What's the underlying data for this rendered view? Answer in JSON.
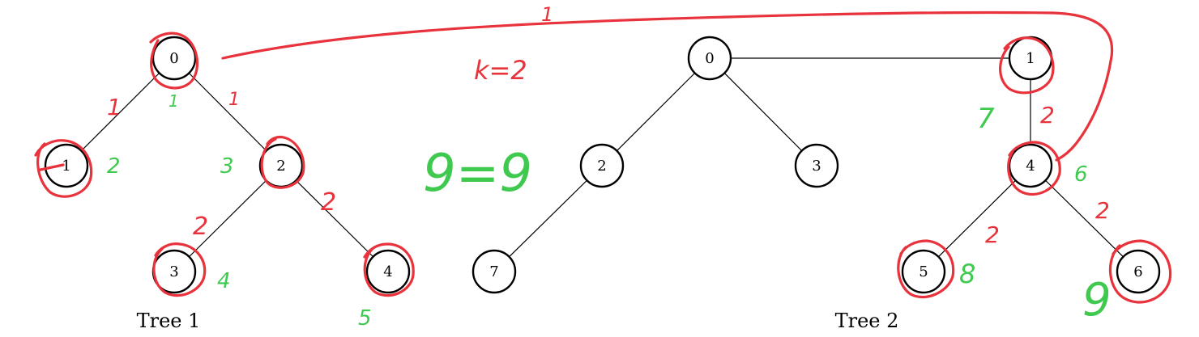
{
  "trees": [
    {
      "caption": "Tree 1",
      "nodes": [
        {
          "id": "t1n0",
          "label": "0"
        },
        {
          "id": "t1n1",
          "label": "1"
        },
        {
          "id": "t1n2",
          "label": "2"
        },
        {
          "id": "t1n3",
          "label": "3"
        },
        {
          "id": "t1n4",
          "label": "4"
        }
      ],
      "edges": [
        [
          "t1n0",
          "t1n1"
        ],
        [
          "t1n0",
          "t1n2"
        ],
        [
          "t1n2",
          "t1n3"
        ],
        [
          "t1n2",
          "t1n4"
        ]
      ]
    },
    {
      "caption": "Tree 2",
      "nodes": [
        {
          "id": "t2n0",
          "label": "0"
        },
        {
          "id": "t2n1",
          "label": "1"
        },
        {
          "id": "t2n2",
          "label": "2"
        },
        {
          "id": "t2n3",
          "label": "3"
        },
        {
          "id": "t2n4",
          "label": "4"
        },
        {
          "id": "t2n5",
          "label": "5"
        },
        {
          "id": "t2n6",
          "label": "6"
        },
        {
          "id": "t2n7",
          "label": "7"
        }
      ],
      "edges": [
        [
          "t2n0",
          "t2n1"
        ],
        [
          "t2n0",
          "t2n2"
        ],
        [
          "t2n0",
          "t2n3"
        ],
        [
          "t2n2",
          "t2n7"
        ],
        [
          "t2n1",
          "t2n4"
        ],
        [
          "t2n4",
          "t2n5"
        ],
        [
          "t2n4",
          "t2n6"
        ]
      ]
    }
  ],
  "annotations": {
    "colors": {
      "red": "#e8323c",
      "green": "#3fc94f"
    },
    "k_label": "k=2",
    "equation": "9=9",
    "bridge_label": "1",
    "red_labels": {
      "t1_edge_0_1": "1",
      "t1_edge_0_2": "1",
      "t1_edge_2_3": "2",
      "t1_edge_2_4": "2",
      "t2_edge_1_4": "2",
      "t2_edge_4_5": "2",
      "t2_edge_4_6": "2"
    },
    "green_labels": {
      "t1_node0": "1",
      "t1_node1": "2",
      "t1_node2": "3",
      "t1_node3": "4",
      "t1_node4": "5",
      "t2_node1": "7",
      "t2_node4": "6",
      "t2_node5": "8",
      "t2_node6": "9"
    }
  }
}
